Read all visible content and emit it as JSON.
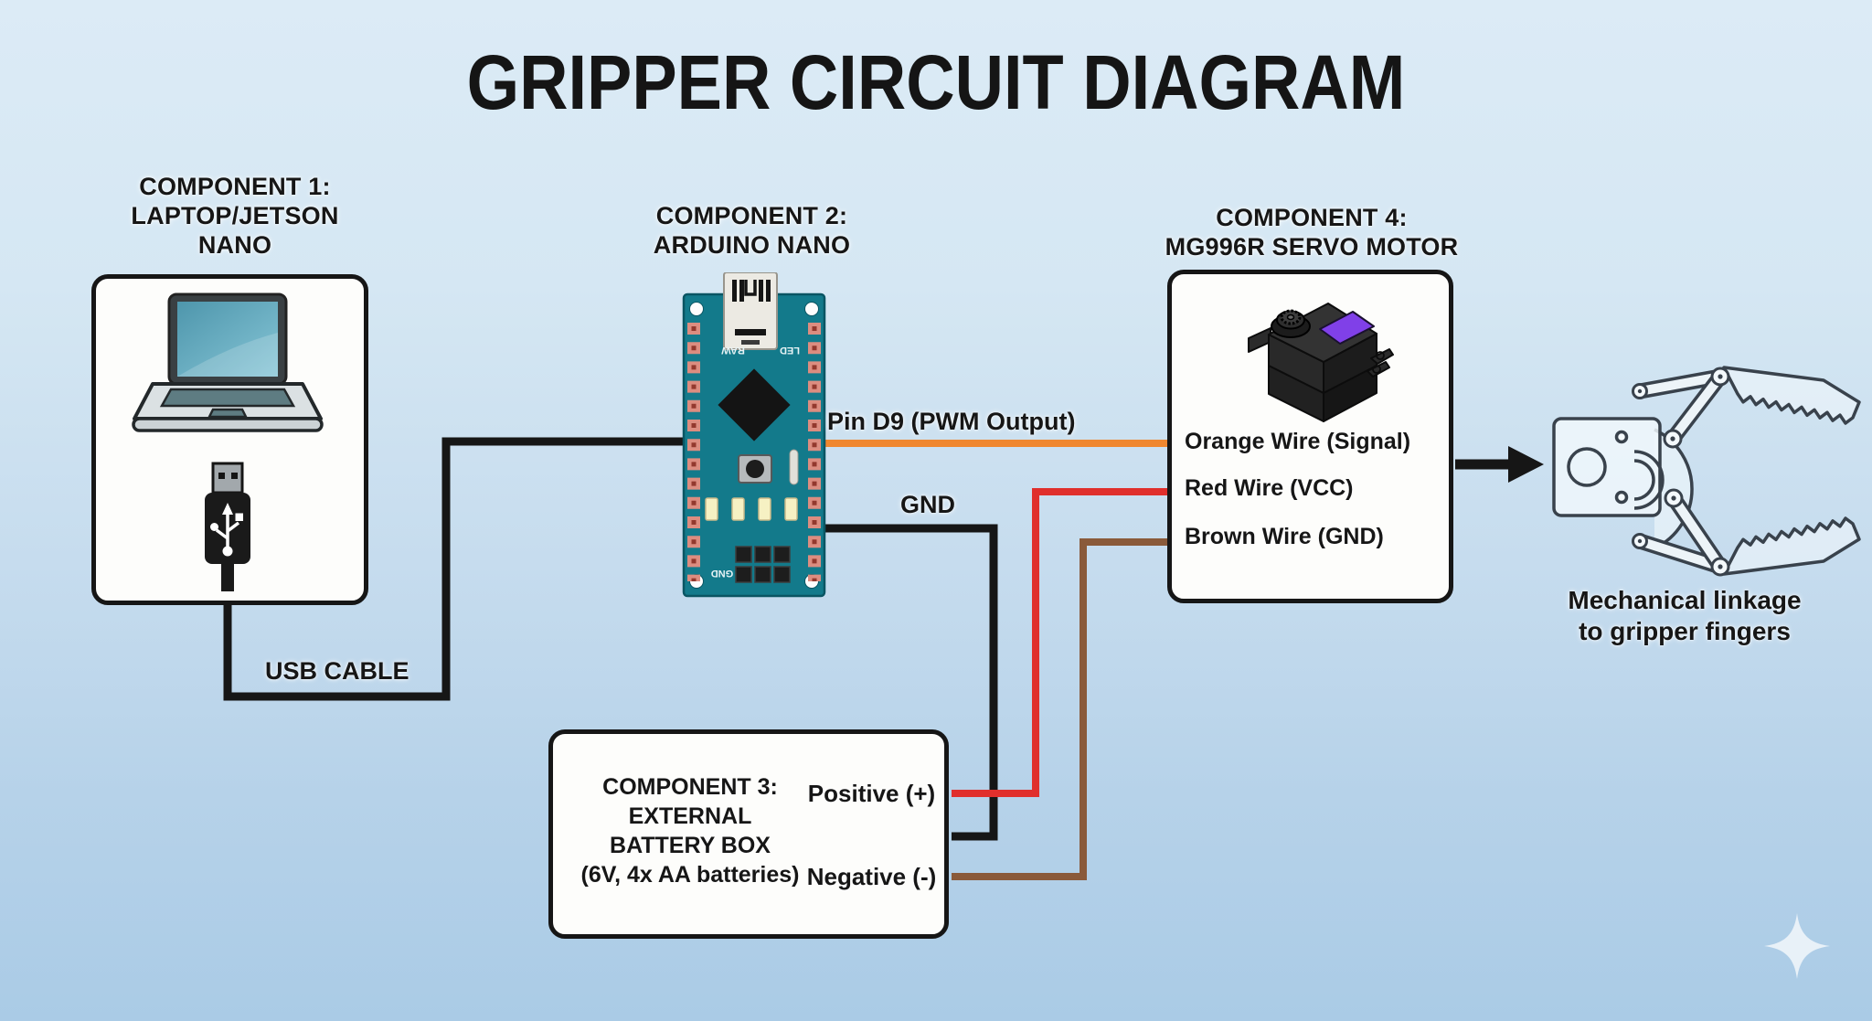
{
  "title": "GRIPPER CIRCUIT DIAGRAM",
  "components": {
    "component1": {
      "label_lines": [
        "COMPONENT 1:",
        "LAPTOP/JETSON",
        "NANO"
      ]
    },
    "component2": {
      "label_lines": [
        "COMPONENT 2:",
        "ARDUINO NANO"
      ]
    },
    "component3": {
      "label_lines": [
        "COMPONENT 3:",
        "EXTERNAL",
        "BATTERY BOX",
        "(6V, 4x AA batteries)"
      ],
      "terminals": {
        "positive": "Positive (+)",
        "negative": "Negative (-)"
      }
    },
    "component4": {
      "label_lines": [
        "COMPONENT 4:",
        "MG996R SERVO MOTOR"
      ],
      "wire_labels": [
        "Orange Wire (Signal)",
        "Red Wire (VCC)",
        "Brown Wire (GND)"
      ]
    }
  },
  "wires": {
    "usb_cable": {
      "label": "USB CABLE",
      "color": "#161616"
    },
    "pwm_signal": {
      "label": "Pin D9 (PWM Output)",
      "color": "#f0872f"
    },
    "gnd": {
      "label": "GND",
      "color": "#161616"
    },
    "vcc": {
      "color": "#e02f2c"
    },
    "battery_negative": {
      "color": "#8a5a3a"
    }
  },
  "gripper": {
    "caption_lines": [
      "Mechanical linkage",
      "to gripper fingers"
    ]
  },
  "arduino": {
    "markings": [
      "RAW",
      "LED",
      "GND"
    ]
  },
  "icons": {
    "laptop": "svg-laptop",
    "usb_plug": "svg-usb-plug",
    "arduino_board": "svg-arduino-nano",
    "servo_motor": "svg-servo",
    "gripper": "svg-gripper-linkage",
    "arrow_right": "svg-arrow",
    "sparkle": "svg-sparkle"
  },
  "colors": {
    "background_top": "#dcebf6",
    "background_bottom": "#aacbe6",
    "box_fill": "#fdfdfb",
    "outline": "#161616",
    "arduino_teal": "#137a8b",
    "pin_pad_salmon": "#dc8d80",
    "servo_label_purple": "#8040e8",
    "laptop_screen_teal": "#5a9fb4"
  }
}
